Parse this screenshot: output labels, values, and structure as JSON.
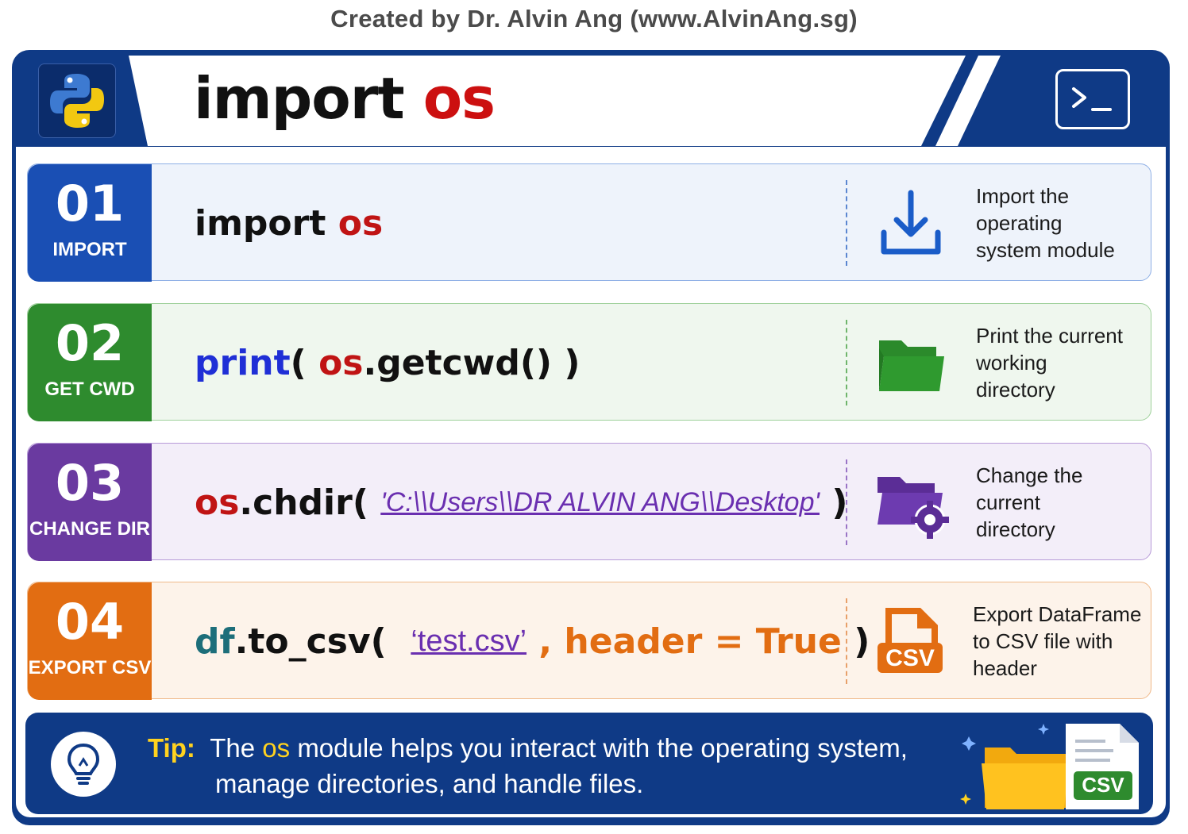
{
  "credit": "Created by Dr. Alvin Ang (www.AlvinAng.sg)",
  "header": {
    "title_import": "import",
    "title_module": "os",
    "logo_icon": "python-logo-icon",
    "terminal_icon": "terminal-icon",
    "terminal_symbol": ">_"
  },
  "rows": [
    {
      "number": "01",
      "label": "IMPORT",
      "color": "#1a4fb4",
      "code": {
        "kw": "import",
        "mod": "os"
      },
      "icon": "download-icon",
      "description": [
        "Import the",
        "operating",
        "system module"
      ]
    },
    {
      "number": "02",
      "label": "GET CWD",
      "color": "#2e8b2e",
      "code": {
        "fn": "print",
        "open": "(",
        "mod": "os",
        "rest": ".getcwd()",
        "close": ")"
      },
      "icon": "folder-icon",
      "description": [
        "Print the current",
        "working",
        "directory"
      ]
    },
    {
      "number": "03",
      "label": "CHANGE DIR",
      "color": "#6a3aa0",
      "code": {
        "mod": "os",
        "rest": ".chdir(",
        "arg": "'C:\\\\Users\\\\DR ALVIN ANG\\\\Desktop'",
        "close": ")"
      },
      "icon": "folder-gear-icon",
      "description": [
        "Change the",
        "current",
        "directory"
      ]
    },
    {
      "number": "04",
      "label": "EXPORT CSV",
      "color": "#e26d12",
      "code": {
        "obj": "df",
        "rest": ".to_csv(",
        "arg": "‘test.csv’",
        "comma": ",",
        "param": "header = True",
        "close": ")"
      },
      "icon": "csv-file-icon",
      "icon_text": "CSV",
      "description": [
        "Export DataFrame",
        "to CSV file with",
        "header"
      ]
    }
  ],
  "tip": {
    "label": "Tip:",
    "pre": "The",
    "os": "os",
    "line1_rest": "module helps you interact with the operating system,",
    "line2": "manage directories, and handle files.",
    "icon": "lightbulb-icon",
    "csv_badge": "CSV"
  }
}
